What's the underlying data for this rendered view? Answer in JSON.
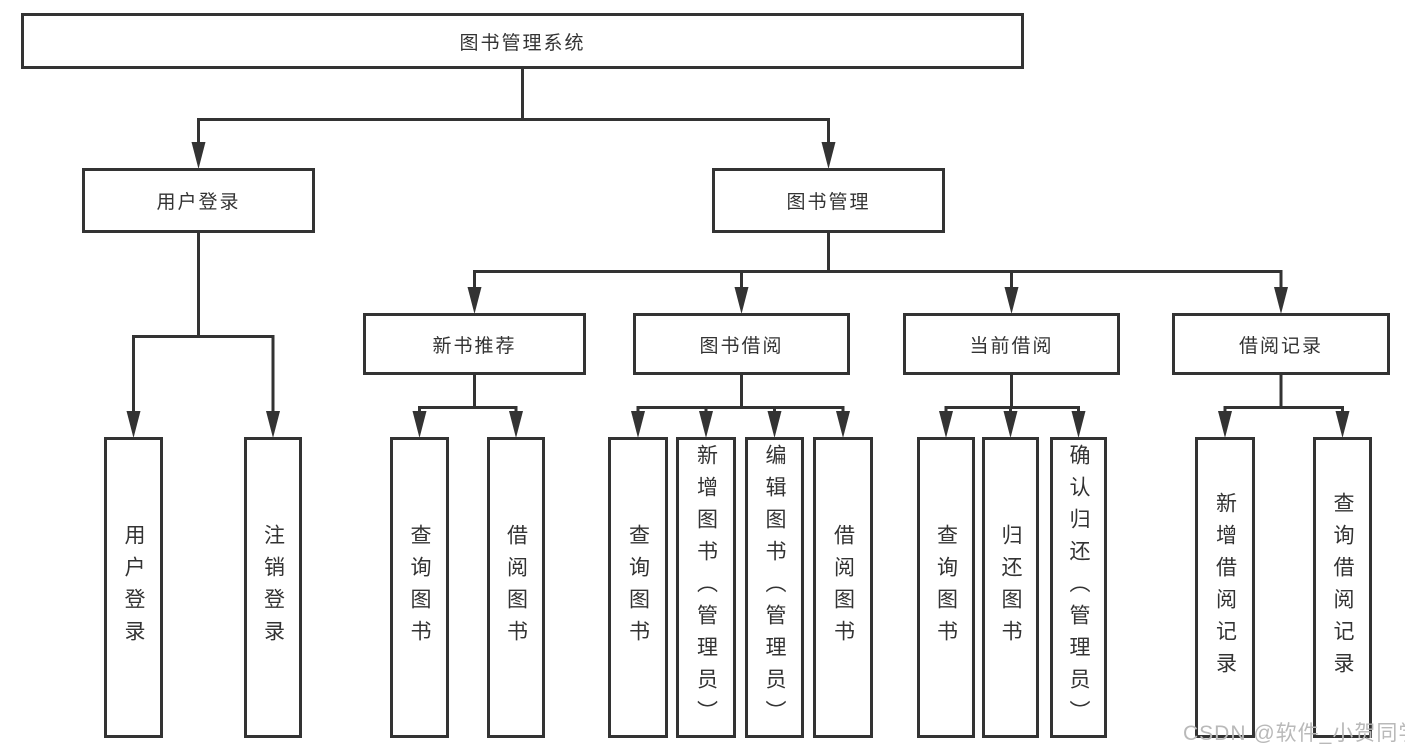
{
  "tree": {
    "root": "图书管理系统",
    "branches": [
      {
        "label": "用户登录",
        "children": [
          "用户登录",
          "注销登录"
        ]
      },
      {
        "label": "图书管理",
        "sections": [
          {
            "label": "新书推荐",
            "children": [
              "查询图书",
              "借阅图书"
            ]
          },
          {
            "label": "图书借阅",
            "children": [
              "查询图书",
              "新增图书（管理员）",
              "编辑图书（管理员）",
              "借阅图书"
            ]
          },
          {
            "label": "当前借阅",
            "children": [
              "查询图书",
              "归还图书",
              "确认归还（管理员）"
            ]
          },
          {
            "label": "借阅记录",
            "children": [
              "新增借阅记录",
              "查询借阅记录"
            ]
          }
        ]
      }
    ]
  },
  "watermark": "CSDN @软件_小贺同学",
  "colors": {
    "line": "#333333",
    "text": "#333333",
    "watermark": "#b9b9b9",
    "background": "#ffffff"
  }
}
